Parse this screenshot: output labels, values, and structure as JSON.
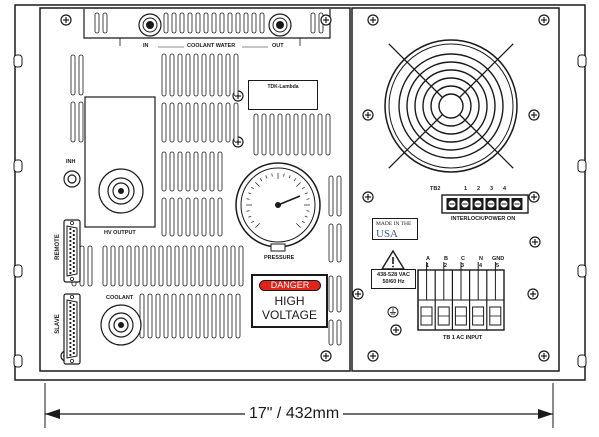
{
  "coolant_water": {
    "in": "IN",
    "title": "COOLANT WATER",
    "out": "OUT"
  },
  "left_panel": {
    "inh": "INH",
    "hv_output": "HV OUTPUT",
    "remote": "REMOTE",
    "slave": "SLAVE",
    "coolant": "COOLANT",
    "pressure": "PRESSURE"
  },
  "nameplate": {
    "brand": "TDK-Lambda"
  },
  "danger_sign": {
    "tag": "DANGER",
    "line1": "HIGH",
    "line2": "VOLTAGE"
  },
  "right_panel": {
    "tb2": "TB2",
    "interlock_numbers": [
      "1",
      "2",
      "3",
      "4"
    ],
    "interlock_label": "INTERLOCK/POWER ON",
    "made_in": "MADE IN THE",
    "usa": "USA",
    "voltage_line1": "438-528 VAC",
    "voltage_line2": "50/60 Hz",
    "ac_letters": [
      "A",
      "B",
      "C",
      "N",
      "GND"
    ],
    "ac_numbers": [
      "1",
      "2",
      "3",
      "4",
      "5"
    ],
    "ac_label": "TB 1 AC INPUT"
  },
  "dimension": {
    "label": "17\" / 432mm"
  },
  "colors": {
    "line": "#1a1a1a",
    "danger_red": "#e2231a",
    "usa_blue": "#3a5aa0",
    "panel": "#ffffff"
  },
  "icons": [
    "screw-icon",
    "fan-icon",
    "warning-triangle-icon",
    "ground-symbol-icon",
    "gauge-icon",
    "arrow-left-icon",
    "arrow-right-icon"
  ]
}
